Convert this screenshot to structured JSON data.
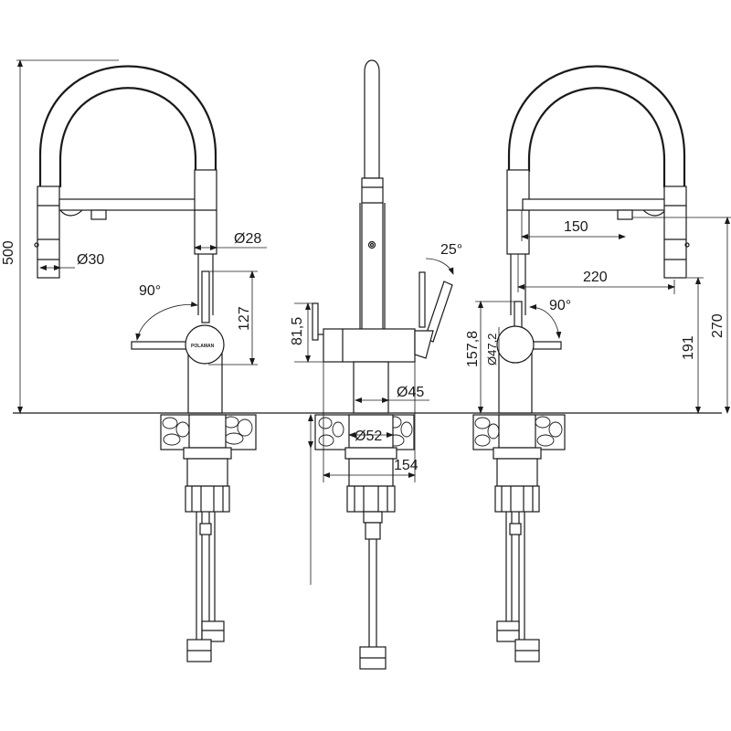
{
  "colors": {
    "line": "#1a1a1a",
    "background": "#ffffff"
  },
  "brand": "POLAMAN",
  "views": {
    "front": {
      "height": "500",
      "hose_diameter": "Ø30",
      "spout_diameter": "Ø28",
      "lever_angle": "90°",
      "lever_height": "127"
    },
    "side": {
      "lever_angle": "25°",
      "body_height": "81,5",
      "body_diameter": "Ø45",
      "base_diameter": "Ø52",
      "base_depth": "154"
    },
    "rear": {
      "spout_reach_short": "150",
      "spout_reach_long": "220",
      "lever_angle": "90°",
      "lever_height": "157,8",
      "body_diameter": "Ø47,2",
      "outlet_height": "191",
      "total_height": "270"
    }
  }
}
